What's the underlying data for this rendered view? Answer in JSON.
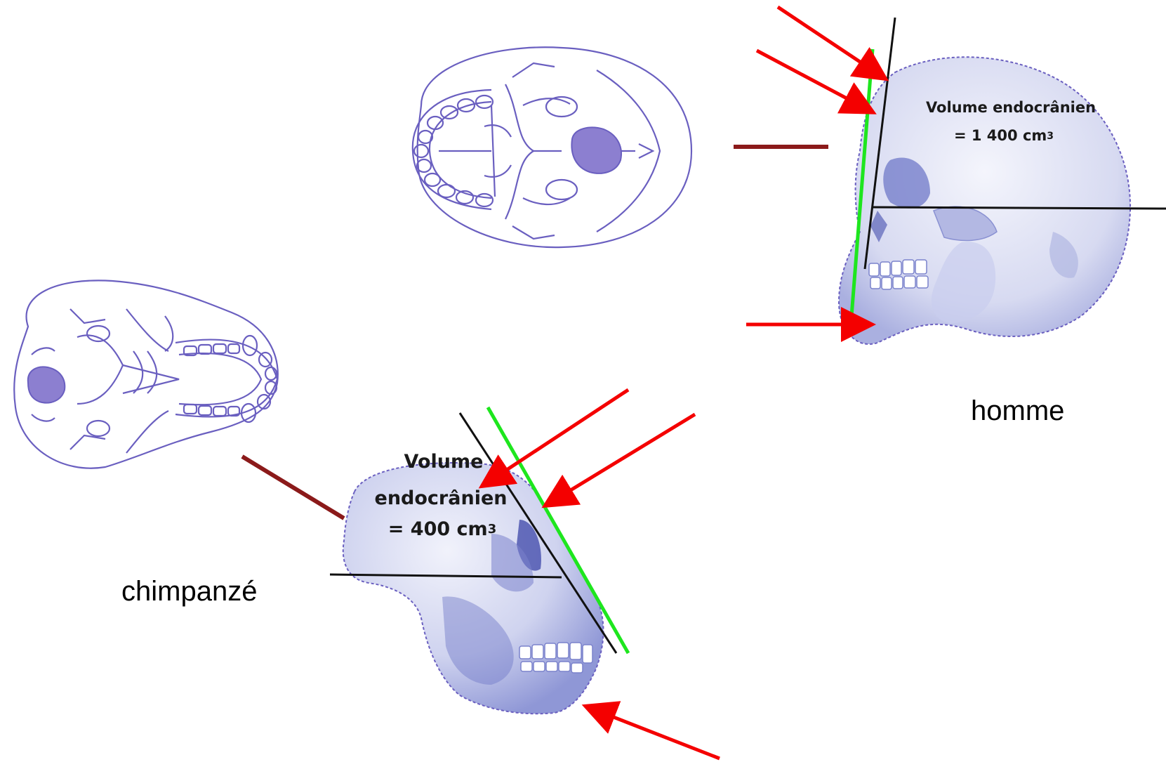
{
  "species": {
    "human": {
      "name": "homme",
      "volume_label": "Volume endocrânien",
      "volume_value": "= 1 400 cm",
      "volume_exponent": "3"
    },
    "chimp": {
      "name": "chimpanzé",
      "volume_label_line1": "Volume",
      "volume_label_line2": "endocrânien",
      "volume_value": "= 400 cm",
      "volume_exponent": "3"
    }
  },
  "colors": {
    "skull_outline": "#6a5fc0",
    "skull_fill": "#e4e6f6",
    "skull_shade": "#9ea4db",
    "foramen": "#8c7fd0",
    "red_arrow": "#f40000",
    "profile_line_green": "#1ee61e",
    "reference_line_black": "#111111",
    "connector_dark_red": "#8b1a1a"
  }
}
